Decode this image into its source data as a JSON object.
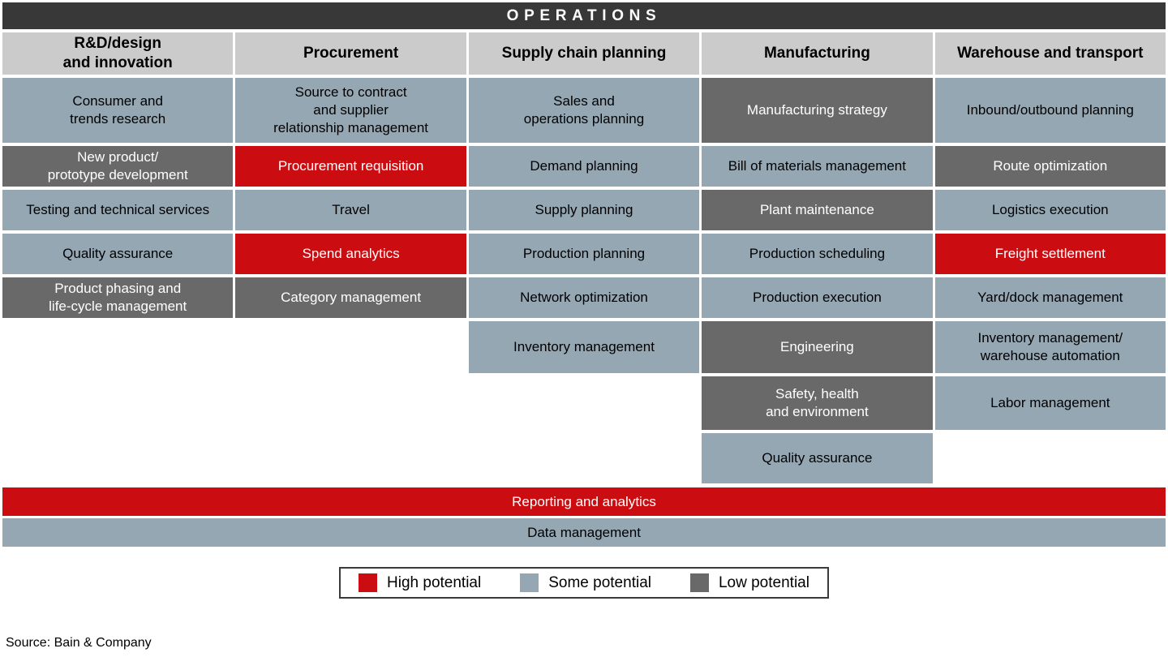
{
  "banner": {
    "title": "OPERATIONS"
  },
  "colors": {
    "banner": "#383838",
    "header": "#cbcbcb",
    "high": "#cb0d12",
    "some": "#96a7b4",
    "low": "#696969"
  },
  "columns": [
    {
      "header": "R&D/design\nand innovation",
      "cells": [
        {
          "label": "Consumer and\ntrends research",
          "level": "some"
        },
        {
          "label": "New product/\nprototype development",
          "level": "low"
        },
        {
          "label": "Testing and technical services",
          "level": "some"
        },
        {
          "label": "Quality assurance",
          "level": "some"
        },
        {
          "label": "Product phasing and\nlife-cycle management",
          "level": "low"
        }
      ]
    },
    {
      "header": "Procurement",
      "cells": [
        {
          "label": "Source to contract\nand supplier\nrelationship management",
          "level": "some"
        },
        {
          "label": "Procurement requisition",
          "level": "high"
        },
        {
          "label": "Travel",
          "level": "some"
        },
        {
          "label": "Spend analytics",
          "level": "high"
        },
        {
          "label": "Category management",
          "level": "low"
        }
      ]
    },
    {
      "header": "Supply chain planning",
      "cells": [
        {
          "label": "Sales and\noperations planning",
          "level": "some"
        },
        {
          "label": "Demand planning",
          "level": "some"
        },
        {
          "label": "Supply planning",
          "level": "some"
        },
        {
          "label": "Production planning",
          "level": "some"
        },
        {
          "label": "Network optimization",
          "level": "some"
        },
        {
          "label": "Inventory management",
          "level": "some"
        }
      ]
    },
    {
      "header": "Manufacturing",
      "cells": [
        {
          "label": "Manufacturing strategy",
          "level": "low"
        },
        {
          "label": "Bill of materials management",
          "level": "some"
        },
        {
          "label": "Plant maintenance",
          "level": "low"
        },
        {
          "label": "Production scheduling",
          "level": "some"
        },
        {
          "label": "Production execution",
          "level": "some"
        },
        {
          "label": "Engineering",
          "level": "low"
        },
        {
          "label": "Safety, health\nand environment",
          "level": "low"
        },
        {
          "label": "Quality assurance",
          "level": "some"
        }
      ]
    },
    {
      "header": "Warehouse and transport",
      "cells": [
        {
          "label": "Inbound/outbound planning",
          "level": "some"
        },
        {
          "label": "Route optimization",
          "level": "low"
        },
        {
          "label": "Logistics execution",
          "level": "some"
        },
        {
          "label": "Freight settlement",
          "level": "high"
        },
        {
          "label": "Yard/dock management",
          "level": "some"
        },
        {
          "label": "Inventory management/\nwarehouse automation",
          "level": "some"
        },
        {
          "label": "Labor management",
          "level": "some"
        }
      ]
    }
  ],
  "full_rows": [
    {
      "label": "Reporting and analytics",
      "level": "high"
    },
    {
      "label": "Data management",
      "level": "some"
    }
  ],
  "legend": [
    {
      "label": "High potential",
      "level": "high"
    },
    {
      "label": "Some potential",
      "level": "some"
    },
    {
      "label": "Low potential",
      "level": "low"
    }
  ],
  "source": "Source: Bain & Company"
}
